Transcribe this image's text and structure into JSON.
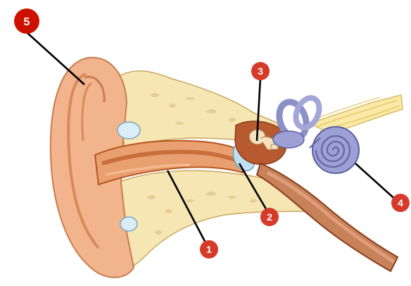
{
  "diagram": {
    "callouts": [
      {
        "id": "1",
        "label": "1"
      },
      {
        "id": "2",
        "label": "2"
      },
      {
        "id": "3",
        "label": "3"
      },
      {
        "id": "4",
        "label": "4"
      },
      {
        "id": "5",
        "label": "5"
      }
    ]
  },
  "colors": {
    "callout_fill": "#d63a2a",
    "callout_dark_fill": "#cc1100",
    "skin": "#f2b48c",
    "skin_dark": "#d98a5a",
    "canal": "#b8541f",
    "bone": "#f6e6b4",
    "cochlea": "#8c90c8",
    "eardrum": "#bfe0f2",
    "leader_line": "#000000"
  }
}
